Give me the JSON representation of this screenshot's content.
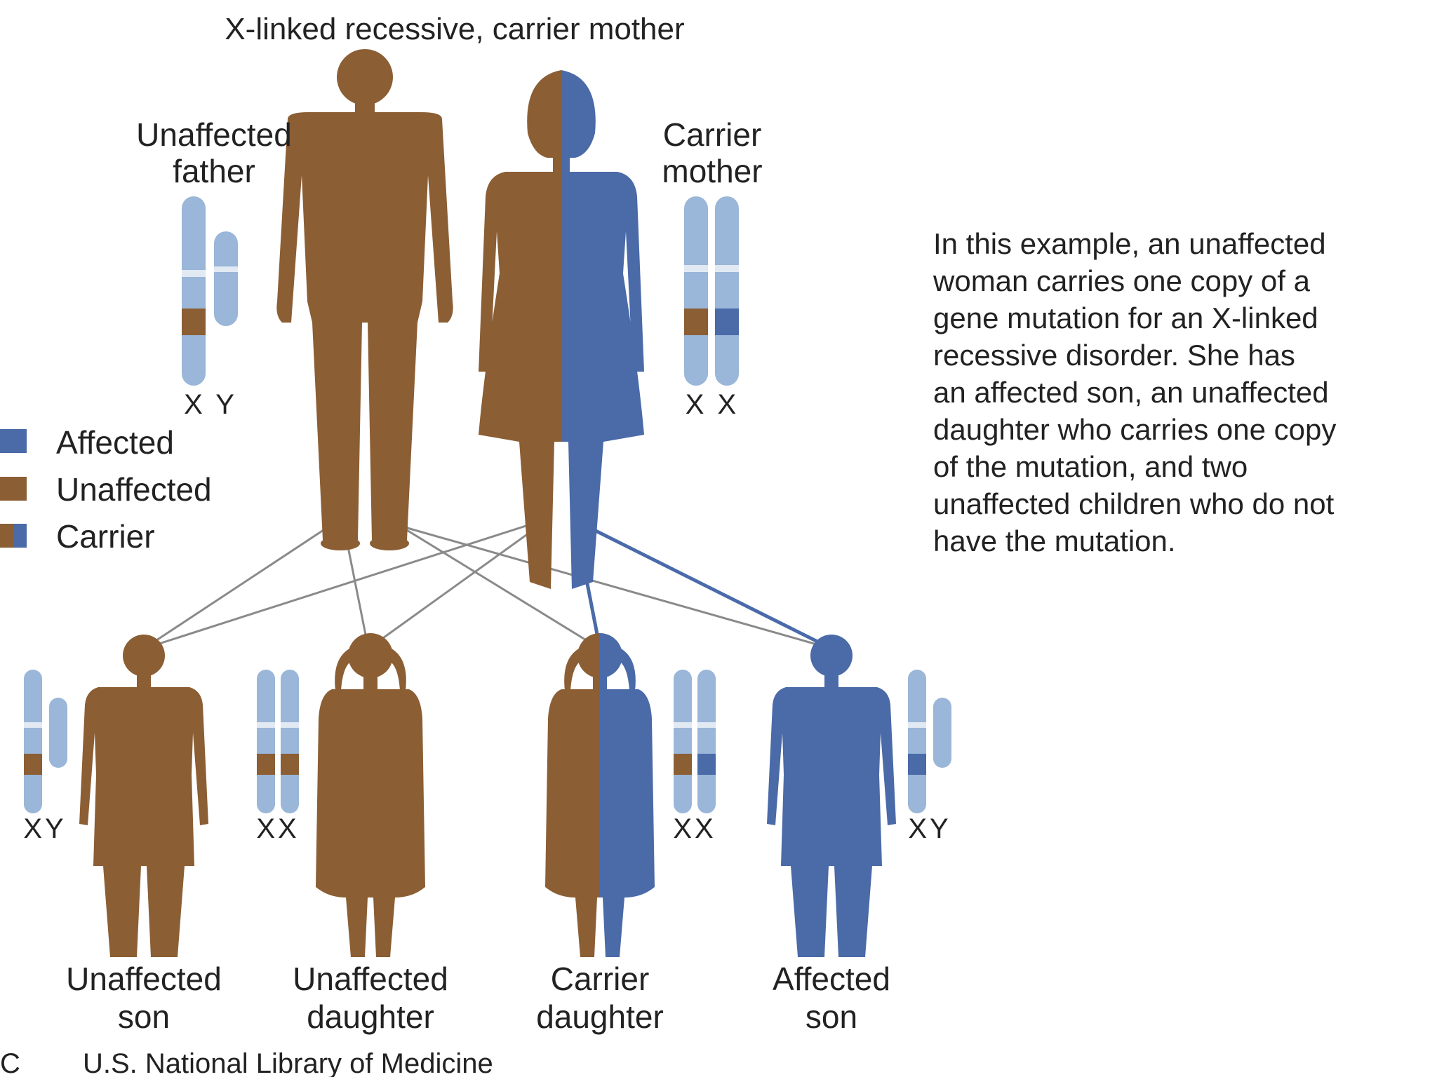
{
  "title": "X-linked recessive, carrier mother",
  "parents": {
    "father": {
      "label_line1": "Unaffected",
      "label_line2": "father",
      "chromosomes": "X Y"
    },
    "mother": {
      "label_line1": "Carrier",
      "label_line2": "mother",
      "chromosomes": "X X"
    }
  },
  "legend": [
    {
      "label": "Affected",
      "color": "#4a6aa8"
    },
    {
      "label": "Unaffected",
      "color": "#8b5e34"
    },
    {
      "label": "Carrier",
      "color": "#5a73a8"
    }
  ],
  "children": [
    {
      "label_line1": "Unaffected",
      "label_line2": "son",
      "chromosomes": "XY",
      "status": "unaffected"
    },
    {
      "label_line1": "Unaffected",
      "label_line2": "daughter",
      "chromosomes": "XX",
      "status": "unaffected"
    },
    {
      "label_line1": "Carrier",
      "label_line2": "daughter",
      "chromosomes": "XX",
      "status": "carrier"
    },
    {
      "label_line1": "Affected",
      "label_line2": "son",
      "chromosomes": "XY",
      "status": "affected"
    }
  ],
  "description": [
    "In this example, an unaffected",
    "woman carries one copy of a",
    "gene mutation for an X-linked",
    "recessive disorder. She has",
    "an affected son, an unaffected",
    "daughter who carries one copy",
    "of the mutation, and two",
    "unaffected children who do not",
    "have the mutation."
  ],
  "credit": {
    "letter": "C",
    "text": "U.S. National Library of Medicine"
  },
  "colors": {
    "brown": "#8b5e34",
    "blue": "#4a6aa8",
    "chromosome": "#9ab6d8",
    "chromosome_dark": "#7f9fc6",
    "line": "#8a8a8a"
  }
}
